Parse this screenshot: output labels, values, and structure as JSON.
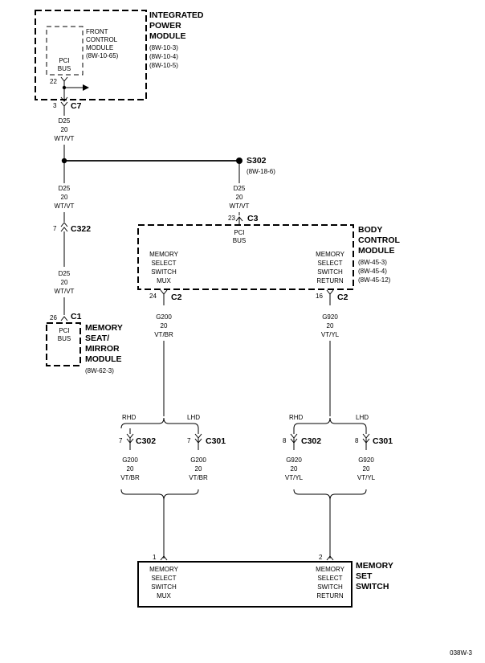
{
  "ipm": {
    "title": [
      "INTEGRATED",
      "POWER",
      "MODULE"
    ],
    "refs": [
      "(8W-10-3)",
      "(8W-10-4)",
      "(8W-10-5)"
    ],
    "fcm": [
      "FRONT",
      "CONTROL",
      "MODULE",
      "(8W-10-65)"
    ],
    "pci": [
      "PCI",
      "BUS"
    ],
    "pin": "22"
  },
  "c7": {
    "pin": "3",
    "name": "C7"
  },
  "wire1": [
    "D25",
    "20",
    "WT/VT"
  ],
  "splice": {
    "name": "S302",
    "ref": "(8W-18-6)"
  },
  "wire2": [
    "D25",
    "20",
    "WT/VT"
  ],
  "wire3": [
    "D25",
    "20",
    "WT/VT"
  ],
  "c322": {
    "pin": "7",
    "name": "C322"
  },
  "wire4": [
    "D25",
    "20",
    "WT/VT"
  ],
  "c1": {
    "pin": "26",
    "name": "C1"
  },
  "msm": {
    "pci": [
      "PCI",
      "BUS"
    ],
    "title": [
      "MEMORY",
      "SEAT/",
      "MIRROR",
      "MODULE"
    ],
    "ref": "(8W-62-3)"
  },
  "c3": {
    "pin": "23",
    "name": "C3"
  },
  "bcm": {
    "pci": [
      "PCI",
      "BUS"
    ],
    "title": [
      "BODY",
      "CONTROL",
      "MODULE"
    ],
    "refs": [
      "(8W-45-3)",
      "(8W-45-4)",
      "(8W-45-12)"
    ],
    "left": [
      "MEMORY",
      "SELECT",
      "SWITCH",
      "MUX"
    ],
    "right": [
      "MEMORY",
      "SELECT",
      "SWITCH",
      "RETURN"
    ]
  },
  "c2_left": {
    "pin": "24",
    "name": "C2"
  },
  "c2_right": {
    "pin": "16",
    "name": "C2"
  },
  "wire_g200": [
    "G200",
    "20",
    "VT/BR"
  ],
  "wire_g920": [
    "G920",
    "20",
    "VT/YL"
  ],
  "branch": {
    "rhd": "RHD",
    "lhd": "LHD"
  },
  "conn_a": {
    "pin": "7",
    "name": "C302"
  },
  "conn_b": {
    "pin": "7",
    "name": "C301"
  },
  "conn_c": {
    "pin": "8",
    "name": "C302"
  },
  "conn_d": {
    "pin": "8",
    "name": "C301"
  },
  "wire_a": [
    "G200",
    "20",
    "VT/BR"
  ],
  "wire_b": [
    "G200",
    "20",
    "VT/BR"
  ],
  "wire_c": [
    "G920",
    "20",
    "VT/YL"
  ],
  "wire_d": [
    "G920",
    "20",
    "VT/YL"
  ],
  "mss": {
    "pin1": "1",
    "pin2": "2",
    "left": [
      "MEMORY",
      "SELECT",
      "SWITCH",
      "MUX"
    ],
    "right": [
      "MEMORY",
      "SELECT",
      "SWITCH",
      "RETURN"
    ],
    "title": [
      "MEMORY",
      "SET",
      "SWITCH"
    ]
  },
  "figure_id": "038W-3"
}
